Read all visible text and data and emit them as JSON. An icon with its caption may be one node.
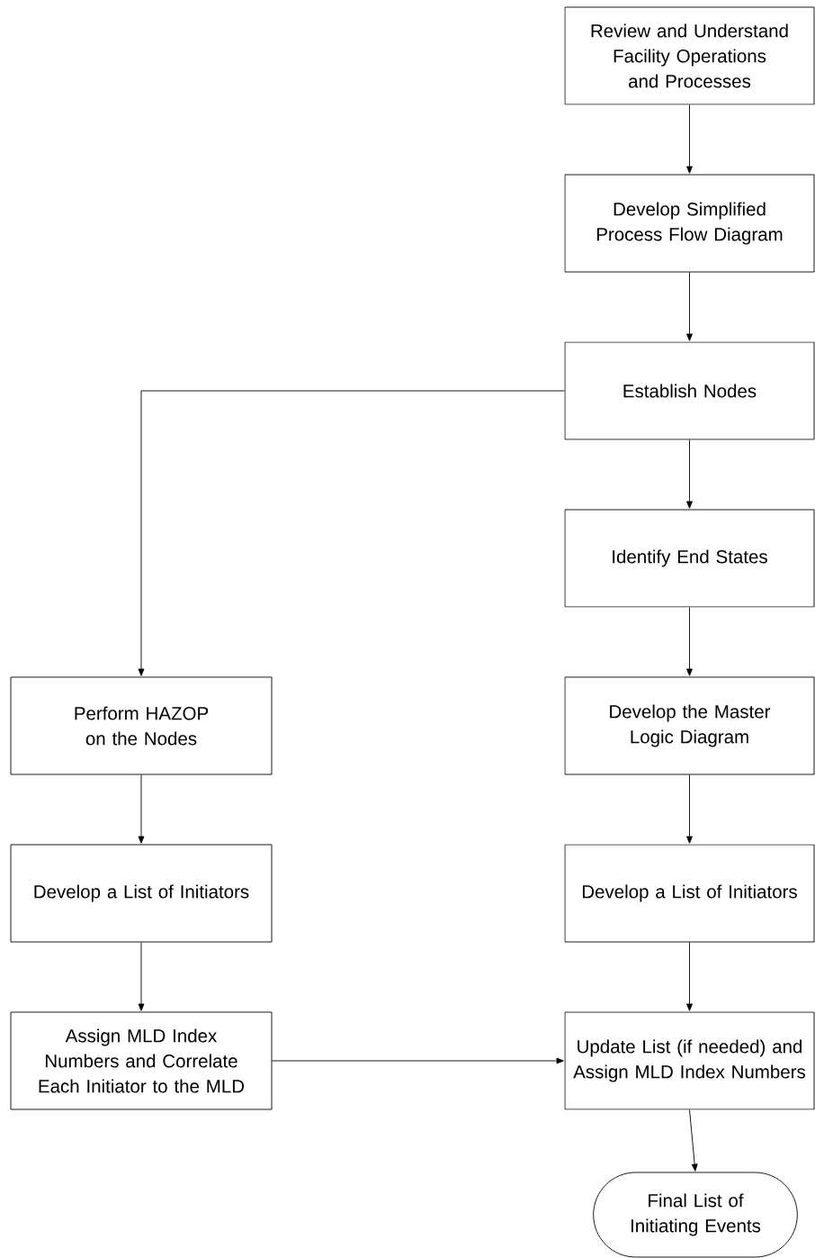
{
  "diagram": {
    "nodes": [
      {
        "text": [
          "Review and Understand Facility Operations and Processes"
        ]
      },
      {
        "text": [
          "Develop Simplified Process Flow Diagram"
        ]
      },
      {
        "text": [
          "Establish Nodes"
        ]
      },
      {
        "text": [
          "Identify End States"
        ]
      },
      {
        "text": [
          "Perform HAZOP on the Nodes"
        ]
      },
      {
        "text": [
          "Develop the Master Logic Diagram"
        ]
      },
      {
        "text": [
          "Develop a List of Initiators"
        ]
      },
      {
        "text": [
          "Develop a List of Initiators"
        ]
      },
      {
        "text": [
          "Assign MLD Index Numbers and Correlate Each Initiator to the MLD"
        ]
      },
      {
        "text": [
          "Update List (if needed) and Assign MLD Index Numbers"
        ]
      },
      {
        "text": [
          "Final List of Initiating Events"
        ]
      }
    ],
    "edges": [
      {
        "from": 0,
        "to": 1,
        "arrow": "to"
      },
      {
        "from": 1,
        "to": 2,
        "arrow": "to"
      },
      {
        "from": 2,
        "to": 3,
        "arrow": "to"
      },
      {
        "from": 2,
        "to": 4,
        "arrow": "to"
      },
      {
        "from": 3,
        "to": 5,
        "arrow": "to"
      },
      {
        "from": 4,
        "to": 6,
        "arrow": "to"
      },
      {
        "from": 5,
        "to": 7,
        "arrow": "to"
      },
      {
        "from": 6,
        "to": 8,
        "arrow": "to"
      },
      {
        "from": 7,
        "to": 9,
        "arrow": "to"
      },
      {
        "from": 8,
        "to": 9,
        "arrow": "to"
      },
      {
        "from": 9,
        "to": 10,
        "arrow": "to"
      }
    ]
  }
}
